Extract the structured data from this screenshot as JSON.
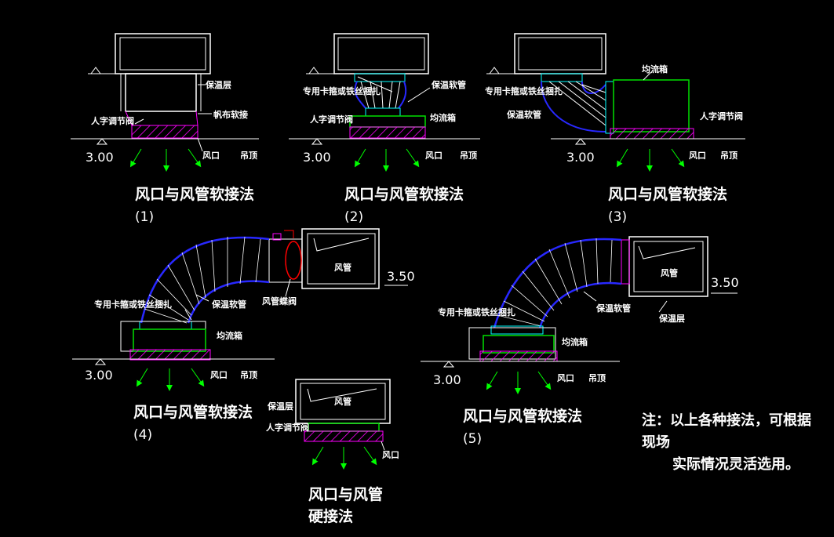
{
  "colors": {
    "background": "#000000",
    "line": "#ffffff",
    "duct_blue": "#2828ff",
    "diffuser_magenta": "#ff00ff",
    "box_green": "#00e000",
    "arrow_green": "#00ff00",
    "valve_red": "#ff0000",
    "clamp_cyan": "#00ffff"
  },
  "labels": {
    "insulation_layer": "保温层",
    "canvas_soft_joint": "帆布软接",
    "grille_damper": "人字调节阀",
    "air_outlet": "风口",
    "ceiling": "吊顶",
    "clamp": "专用卡箍或铁丝捆扎",
    "insulated_hose": "保温软管",
    "plenum_box": "均流箱",
    "duct": "风管",
    "duct_valve": "风管蝶阀"
  },
  "elevations": {
    "ceiling": "3.00",
    "duct": "3.50"
  },
  "titles": {
    "t1": "风口与风管软接法",
    "n1": "(1)",
    "t2": "风口与风管软接法",
    "n2": "(2)",
    "t3": "风口与风管软接法",
    "n3": "(3)",
    "t4": "风口与风管软接法",
    "n4": "(4)",
    "t5": "风口与风管软接法",
    "n5": "(5)",
    "t6a": "风口与风管",
    "t6b": "硬接法"
  },
  "note": {
    "line1": "注：以上各种接法，可根据",
    "line2": "现场",
    "line3": "实际情况灵活选用。"
  }
}
